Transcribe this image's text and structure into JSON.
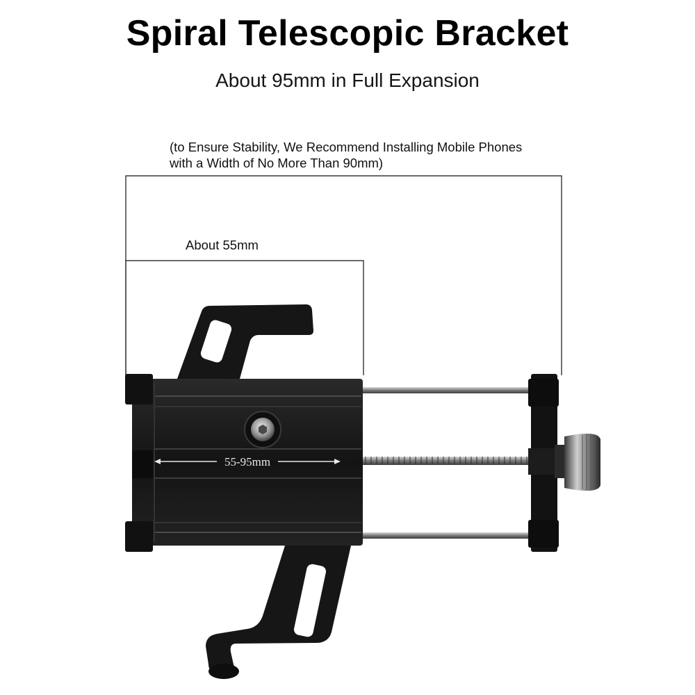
{
  "header": {
    "title": "Spiral Telescopic Bracket",
    "subtitle": "About 95mm in Full Expansion"
  },
  "dimensions": {
    "note_line1": "(to Ensure Stability, We Recommend Installing Mobile Phones",
    "note_line2": "with a Width of No More Than 90mm)",
    "min_label": "About 55mm",
    "range_label": "55-95mm"
  },
  "colors": {
    "background": "#ffffff",
    "text": "#111111",
    "metal_body": "#1a1a1a",
    "rod": "#9a9a9a"
  }
}
